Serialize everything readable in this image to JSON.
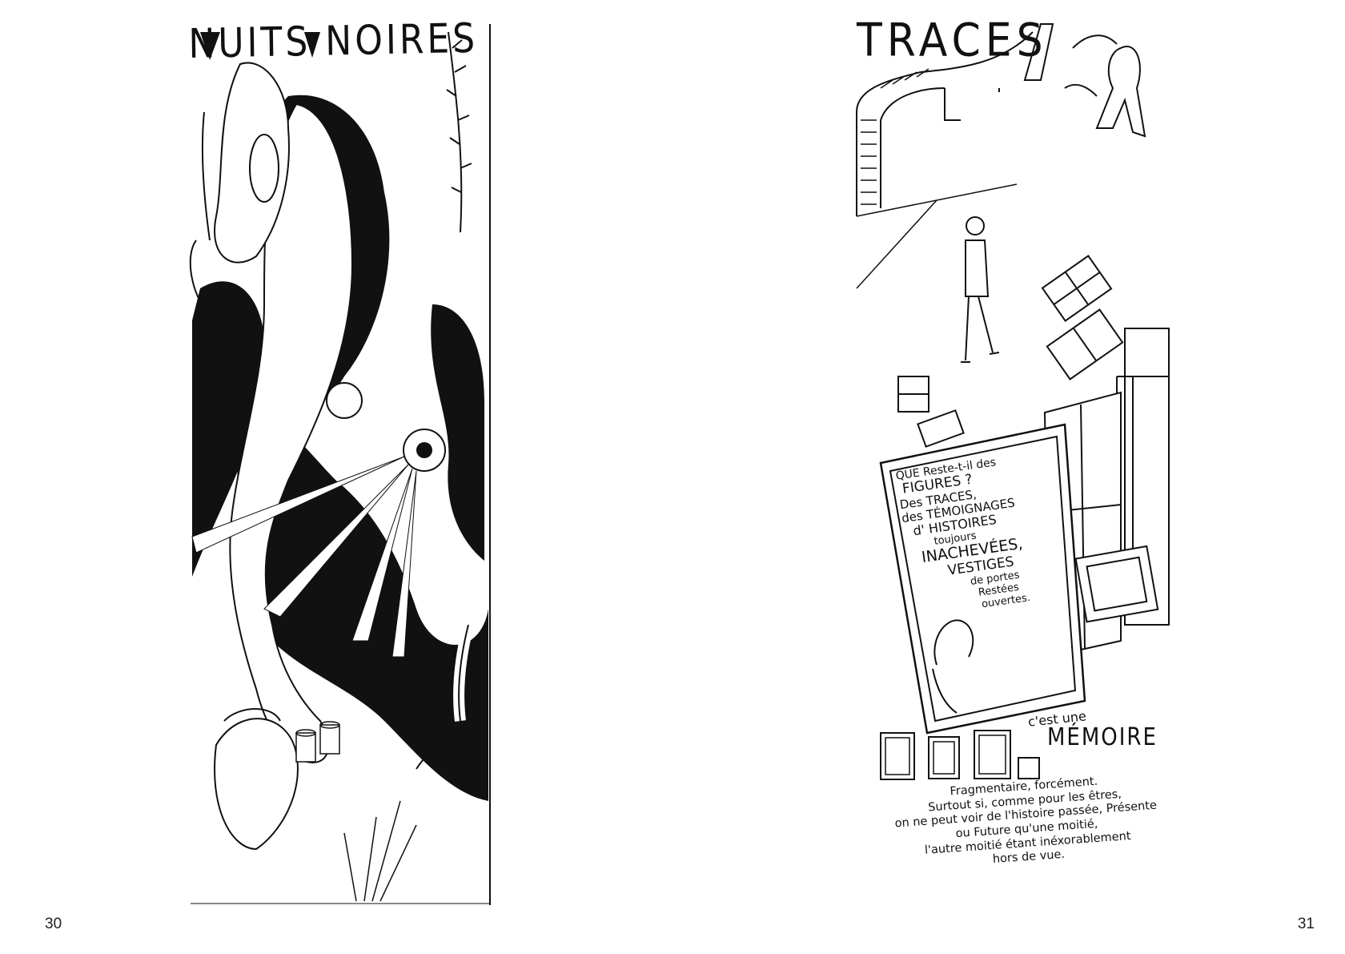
{
  "left_page": {
    "title": "NUITS NOIRES",
    "page_number": "30"
  },
  "right_page": {
    "title": "TRACES",
    "page_number": "31",
    "caption_lines": [
      "QUE Reste-t-il des",
      "FIGURES ?",
      "Des TRACES,",
      "des TÉMOIGNAGES",
      "d' HISTOIRES",
      "toujours",
      "INACHEVÉES,",
      "VESTIGES",
      "de portes",
      "Restées",
      "ouvertes."
    ],
    "memoire_lead": "c'est une",
    "memoire_word": "MÉMOIRE",
    "bottom_lines": [
      "Fragmentaire, forcément.",
      "Surtout si, comme pour les êtres,",
      "on ne peut voir de l'histoire passée, Présente",
      "ou Future qu'une moitié,",
      "l'autre moitié étant inéxorablement",
      "hors de vue."
    ]
  }
}
